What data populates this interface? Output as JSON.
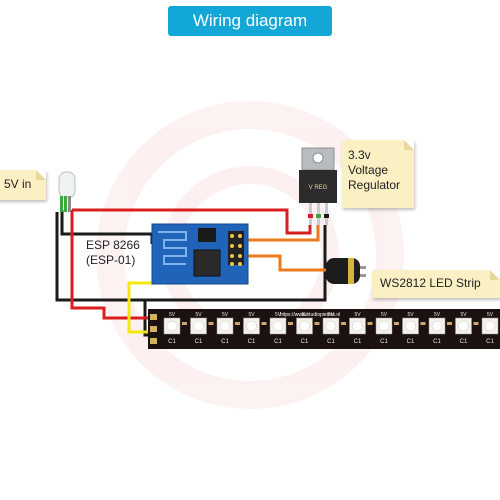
{
  "title": "Wiring diagram",
  "labels": {
    "power_in": "5V in",
    "regulator_line1": "3.3v",
    "regulator_line2": "Voltage",
    "regulator_line3": "Regulator",
    "esp_line1": "ESP 8266",
    "esp_line2": "(ESP-01)",
    "strip": "WS2812 LED Strip"
  },
  "component_text": {
    "regulator_marking": "V REG",
    "strip_url": "https://www.studiopieters.nl",
    "led_top_label": "5V",
    "led_bottom_label": "C1",
    "led_count": 13
  },
  "colors": {
    "title_bg": "#13a7d8",
    "note_bg": "#fbefc4",
    "wire_red": "#d81e1e",
    "wire_black": "#1a1a1a",
    "wire_yellow": "#f3e812",
    "wire_orange": "#ec7a1c",
    "wire_green": "#3aa83a",
    "esp_board": "#1f64b8",
    "strip_body": "#1b1110",
    "regulator_body": "#2c2c2c",
    "regulator_tab": "#b9bcbf"
  }
}
